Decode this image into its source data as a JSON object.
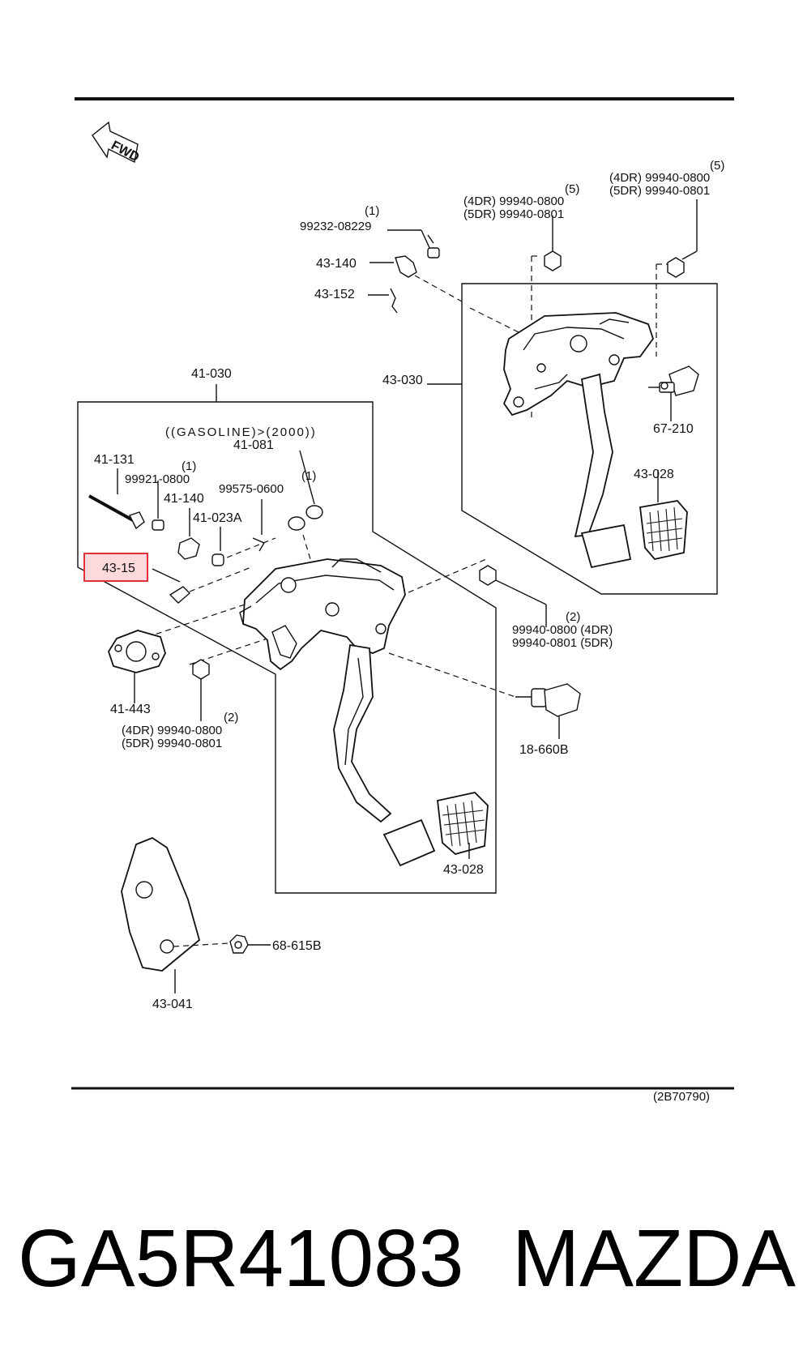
{
  "fwd_label": "FWD",
  "labels": {
    "p99232": "99232-08229",
    "p99232_qty": "(1)",
    "p43140": "43-140",
    "p43152": "43-152",
    "nutA_qty": "(5)",
    "nutA_4dr": "(4DR) 99940-0800",
    "nutA_5dr": "(5DR) 99940-0801",
    "nutB_qty": "(5)",
    "nutB_4dr": "(4DR) 99940-0800",
    "nutB_5dr": "(5DR) 99940-0801",
    "p43030": "43-030",
    "p67210": "67-210",
    "p43028a": "43-028",
    "p41030": "41-030",
    "gasoline": "((GASOLINE)>(2000))",
    "p41081": "41-081",
    "p41131": "41-131",
    "p99921_qty": "(1)",
    "p99921": "99921-0800",
    "p99575_qty": "(1)",
    "p99575": "99575-0600",
    "p41140": "41-140",
    "p41023a": "41-023A",
    "p4315": "43-15",
    "nutC_qty": "(2)",
    "nutC_4dr": "99940-0800 (4DR)",
    "nutC_5dr": "99940-0801 (5DR)",
    "p41443": "41-443",
    "nutD_qty": "(2)",
    "nutD_4dr": "(4DR) 99940-0800",
    "nutD_5dr": "(5DR) 99940-0801",
    "p18660b": "18-660B",
    "p43028b": "43-028",
    "p68615b": "68-615B",
    "p43041": "43-041",
    "ref": "(2B70790)"
  },
  "caption": {
    "part_number": "GA5R41083",
    "brand": "MAZDA"
  }
}
